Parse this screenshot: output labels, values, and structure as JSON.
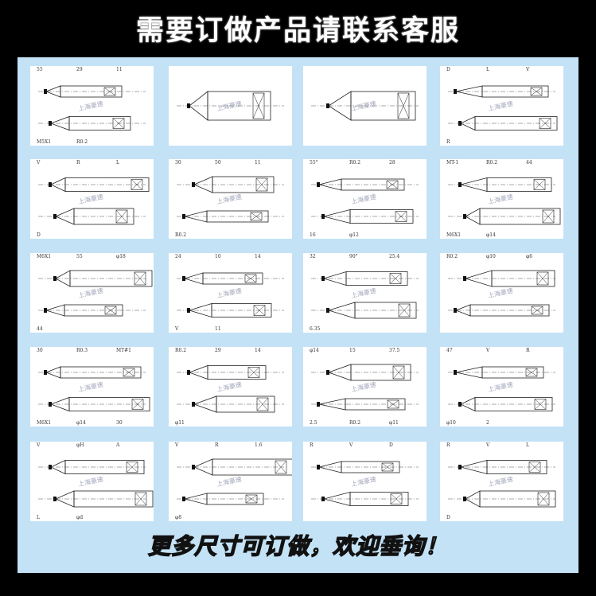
{
  "header": {
    "title": "需要订做产品请联系客服"
  },
  "footer": {
    "text": "更多尺寸可订做，欢迎垂询！"
  },
  "watermark": "上海豪速",
  "cards": [
    {
      "labels": [
        "55",
        "29",
        "11",
        "M5X1",
        "R0.2"
      ]
    },
    {
      "labels": []
    },
    {
      "labels": []
    },
    {
      "labels": [
        "D",
        "L",
        "V",
        "R"
      ]
    },
    {
      "labels": [
        "V",
        "R",
        "L",
        "D"
      ]
    },
    {
      "labels": [
        "30",
        "50",
        "11",
        "R0.2"
      ]
    },
    {
      "labels": [
        "55°",
        "R0.2",
        "28",
        "16",
        "φ12"
      ]
    },
    {
      "labels": [
        "MT-1",
        "R0.2",
        "44",
        "M6X1",
        "φ14"
      ]
    },
    {
      "labels": [
        "M6X1",
        "55",
        "φ18",
        "44"
      ]
    },
    {
      "labels": [
        "24",
        "10",
        "14",
        "V",
        "11"
      ]
    },
    {
      "labels": [
        "32",
        "90°",
        "25.4",
        "6.35"
      ]
    },
    {
      "labels": [
        "R0.2",
        "φ10",
        "φ6"
      ]
    },
    {
      "labels": [
        "30",
        "R0.3",
        "MT#1",
        "M6X1",
        "φ14",
        "30"
      ]
    },
    {
      "labels": [
        "R0.2",
        "29",
        "14",
        "φ11"
      ]
    },
    {
      "labels": [
        "φ14",
        "15",
        "37.5",
        "2.5",
        "R0.2",
        "φ11"
      ]
    },
    {
      "labels": [
        "47",
        "V",
        "R",
        "φ10",
        "2"
      ]
    },
    {
      "labels": [
        "V",
        "φH",
        "A",
        "L",
        "φd"
      ]
    },
    {
      "labels": [
        "V",
        "R",
        "1.6",
        "φ8"
      ]
    },
    {
      "labels": [
        "R",
        "V",
        "D"
      ]
    },
    {
      "labels": [
        "R",
        "V",
        "L",
        "D"
      ]
    }
  ]
}
